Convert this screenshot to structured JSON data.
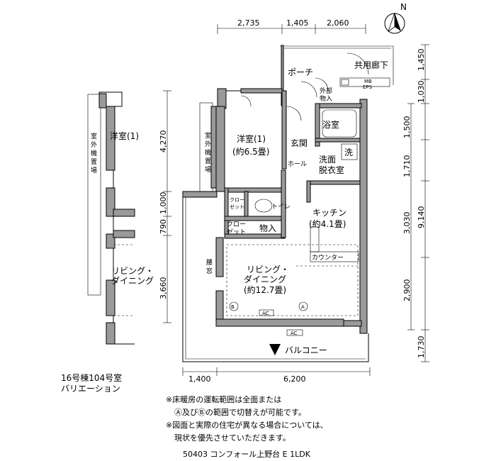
{
  "compass": {
    "label": "N"
  },
  "dims_top": [
    "2,735",
    "1,405",
    "2,060"
  ],
  "dims_right_outer": [
    "1,450",
    "1,030",
    "1,500",
    "1,710",
    "3,030",
    "2,900",
    "1,730"
  ],
  "dim_right_total": "9,140",
  "dims_left": [
    "4,270",
    "1,000",
    "790",
    "3,660"
  ],
  "dims_bottom": [
    "1,400",
    "6,200"
  ],
  "rooms": {
    "western1": "洋室(1)",
    "western1_area": "(約6.5畳)",
    "porch": "ポーチ",
    "corridor": "共用廊下",
    "mb_eps_1": "MB",
    "mb_eps_2": "EPS",
    "ext_storage_1": "外部",
    "ext_storage_2": "物入",
    "bath": "浴室",
    "entrance": "玄関",
    "hall": "ホール",
    "washroom_1": "洗面",
    "washroom_2": "脱衣室",
    "washer": "洗",
    "ac_unit_1": "室",
    "ac_unit_2": "外",
    "ac_unit_3": "機",
    "ac_unit_4": "置",
    "ac_unit_5": "場",
    "closet_1": "クロー",
    "closet_2": "ゼット",
    "toilet": "トイレ",
    "storage": "物入",
    "kitchen": "キッチン",
    "kitchen_area": "(約4.1畳)",
    "counter": "カウンター",
    "waist_window_1": "腰",
    "waist_window_2": "窓",
    "living_1": "リビング・",
    "living_2": "ダイニング",
    "living_area": "(約12.7畳)",
    "mark_a": "A",
    "mark_b": "B",
    "ac": "AC",
    "balcony": "バルコニー"
  },
  "variation": {
    "western1": "洋室(1)",
    "living_1": "リビング・",
    "living_2": "ダイニング",
    "caption_1": "16号棟104号室",
    "caption_2": "バリエーション"
  },
  "notes": [
    "※床暖房の運転範囲は全面または",
    "Ⓐ及びⒷの範囲で切替えが可能です。",
    "※図面と実際の住宅が異なる場合については、",
    "現状を優先させていただきます。"
  ],
  "footer": "50403 コンフォール上野台 E 1LDK"
}
